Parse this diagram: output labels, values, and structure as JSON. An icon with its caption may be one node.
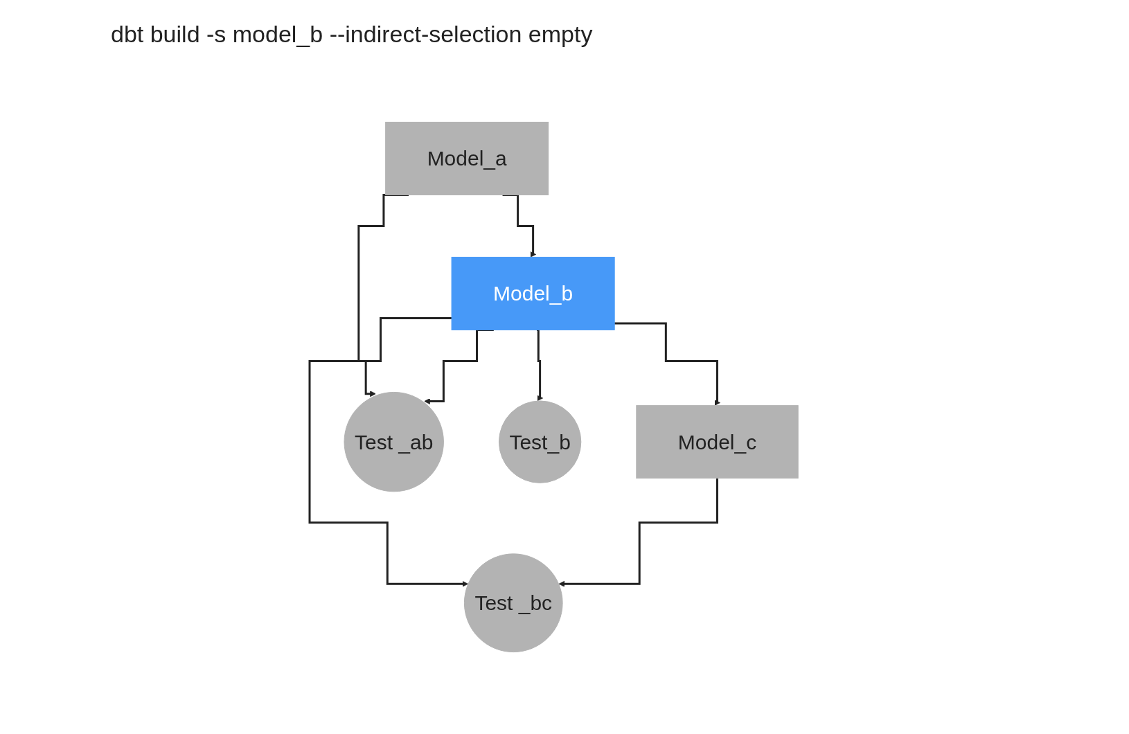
{
  "diagram": {
    "title": "dbt build -s model_b --indirect-selection empty",
    "nodes": [
      {
        "text": [
          "Model_a"
        ]
      },
      {
        "text": [
          "Model_b"
        ]
      },
      {
        "text": [
          "Model_c"
        ]
      },
      {
        "text": [
          "Test _ab"
        ]
      },
      {
        "text": [
          "Test_b"
        ]
      },
      {
        "text": [
          "Test _bc"
        ]
      }
    ],
    "edges": [
      {
        "from": 0,
        "to": 1,
        "arrow": "to"
      },
      {
        "from": 1,
        "to": 2,
        "arrow": "to"
      },
      {
        "from": 0,
        "to": 3,
        "arrow": "to"
      },
      {
        "from": 1,
        "to": 3,
        "arrow": "to"
      },
      {
        "from": 1,
        "to": 4,
        "arrow": "to"
      },
      {
        "from": 1,
        "to": 5,
        "arrow": "to"
      },
      {
        "from": 2,
        "to": 5,
        "arrow": "to"
      }
    ]
  }
}
